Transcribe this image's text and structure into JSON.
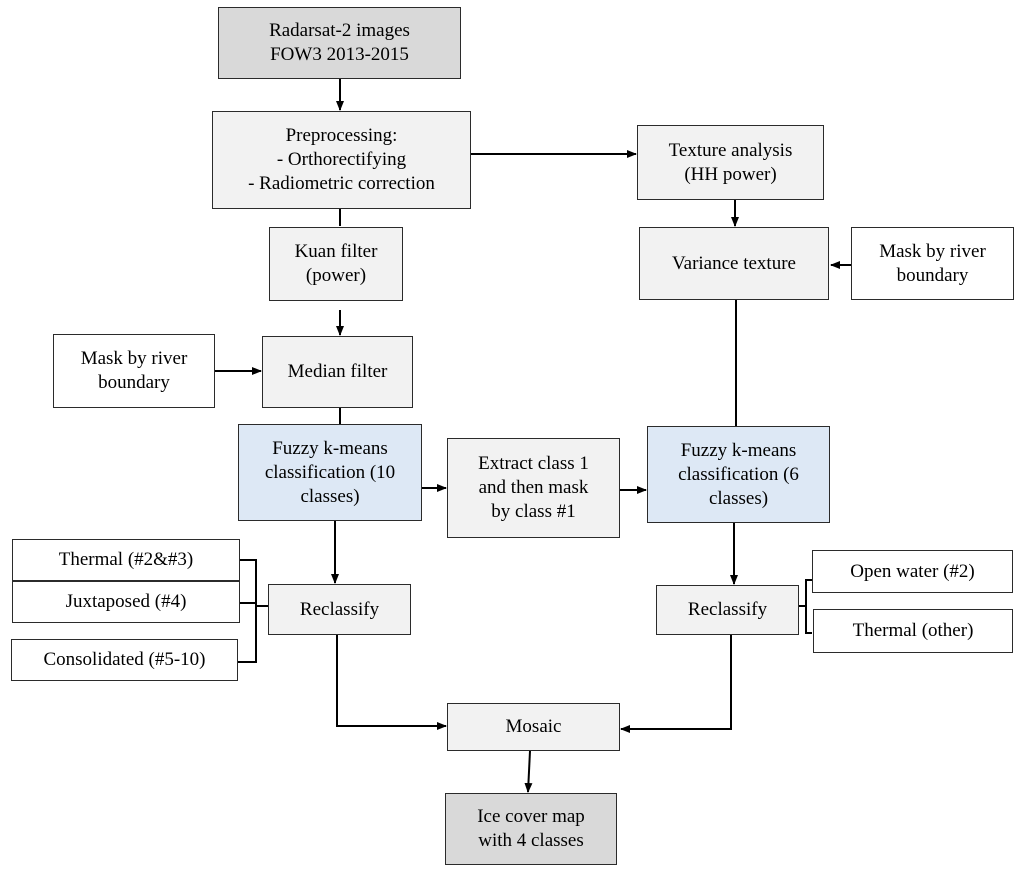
{
  "colors": {
    "box_white": "#ffffff",
    "box_light_gray": "#f2f2f2",
    "box_gray": "#d9d9d9",
    "box_blue": "#dde8f5",
    "line": "#000000"
  },
  "nodes": {
    "radarsat": {
      "lines": [
        "Radarsat-2 images",
        "FOW3 2013-2015"
      ]
    },
    "preprocessing": {
      "lines": [
        "Preprocessing:",
        "- Orthorectifying",
        "- Radiometric correction"
      ]
    },
    "texture_analysis": {
      "lines": [
        "Texture analysis",
        "(HH power)"
      ]
    },
    "kuan_filter": {
      "lines": [
        "Kuan filter",
        "(power)"
      ]
    },
    "variance_texture": {
      "lines": [
        "Variance texture"
      ]
    },
    "mask_right": {
      "lines": [
        "Mask by river",
        "boundary"
      ]
    },
    "mask_left": {
      "lines": [
        "Mask by river",
        "boundary"
      ]
    },
    "median_filter": {
      "lines": [
        "Median filter"
      ]
    },
    "fuzzy_10": {
      "lines": [
        "Fuzzy k-means",
        "classification (10",
        "classes)"
      ]
    },
    "extract_class": {
      "lines": [
        "Extract class 1",
        "and then mask",
        "by class #1"
      ]
    },
    "fuzzy_6": {
      "lines": [
        "Fuzzy k-means",
        "classification (6",
        "classes)"
      ]
    },
    "thermal_left": {
      "lines": [
        "Thermal (#2&#3)"
      ]
    },
    "juxtaposed": {
      "lines": [
        "Juxtaposed (#4)"
      ]
    },
    "consolidated": {
      "lines": [
        "Consolidated (#5-10)"
      ]
    },
    "reclassify_left": {
      "lines": [
        "Reclassify"
      ]
    },
    "reclassify_right": {
      "lines": [
        "Reclassify"
      ]
    },
    "open_water": {
      "lines": [
        "Open water (#2)"
      ]
    },
    "thermal_other": {
      "lines": [
        "Thermal (other)"
      ]
    },
    "mosaic": {
      "lines": [
        "Mosaic"
      ]
    },
    "ice_cover_map": {
      "lines": [
        "Ice cover map",
        "with 4 classes"
      ]
    }
  },
  "edges": [
    {
      "from": "radarsat",
      "to": "preprocessing",
      "arrow": true
    },
    {
      "from": "preprocessing",
      "to": "texture_analysis",
      "arrow": true
    },
    {
      "from": "preprocessing",
      "to": "kuan_filter",
      "arrow": false
    },
    {
      "from": "kuan_filter",
      "to": "median_filter",
      "arrow": true
    },
    {
      "from": "mask_left",
      "to": "median_filter",
      "arrow": true
    },
    {
      "from": "median_filter",
      "to": "fuzzy_10",
      "arrow": false
    },
    {
      "from": "texture_analysis",
      "to": "variance_texture",
      "arrow": true
    },
    {
      "from": "mask_right",
      "to": "variance_texture",
      "arrow": true
    },
    {
      "from": "variance_texture",
      "to": "fuzzy_6",
      "arrow": false
    },
    {
      "from": "fuzzy_10",
      "to": "extract_class",
      "arrow": true
    },
    {
      "from": "extract_class",
      "to": "fuzzy_6",
      "arrow": true
    },
    {
      "from": "fuzzy_10",
      "to": "reclassify_left",
      "arrow": true
    },
    {
      "from": "fuzzy_6",
      "to": "reclassify_right",
      "arrow": true
    },
    {
      "from": "reclassify_left",
      "to": "thermal_left",
      "arrow": false
    },
    {
      "from": "reclassify_left",
      "to": "juxtaposed",
      "arrow": false
    },
    {
      "from": "reclassify_left",
      "to": "consolidated",
      "arrow": false
    },
    {
      "from": "reclassify_right",
      "to": "open_water",
      "arrow": false
    },
    {
      "from": "reclassify_right",
      "to": "thermal_other",
      "arrow": false
    },
    {
      "from": "reclassify_left",
      "to": "mosaic",
      "arrow": true
    },
    {
      "from": "reclassify_right",
      "to": "mosaic",
      "arrow": true
    },
    {
      "from": "mosaic",
      "to": "ice_cover_map",
      "arrow": true
    }
  ]
}
